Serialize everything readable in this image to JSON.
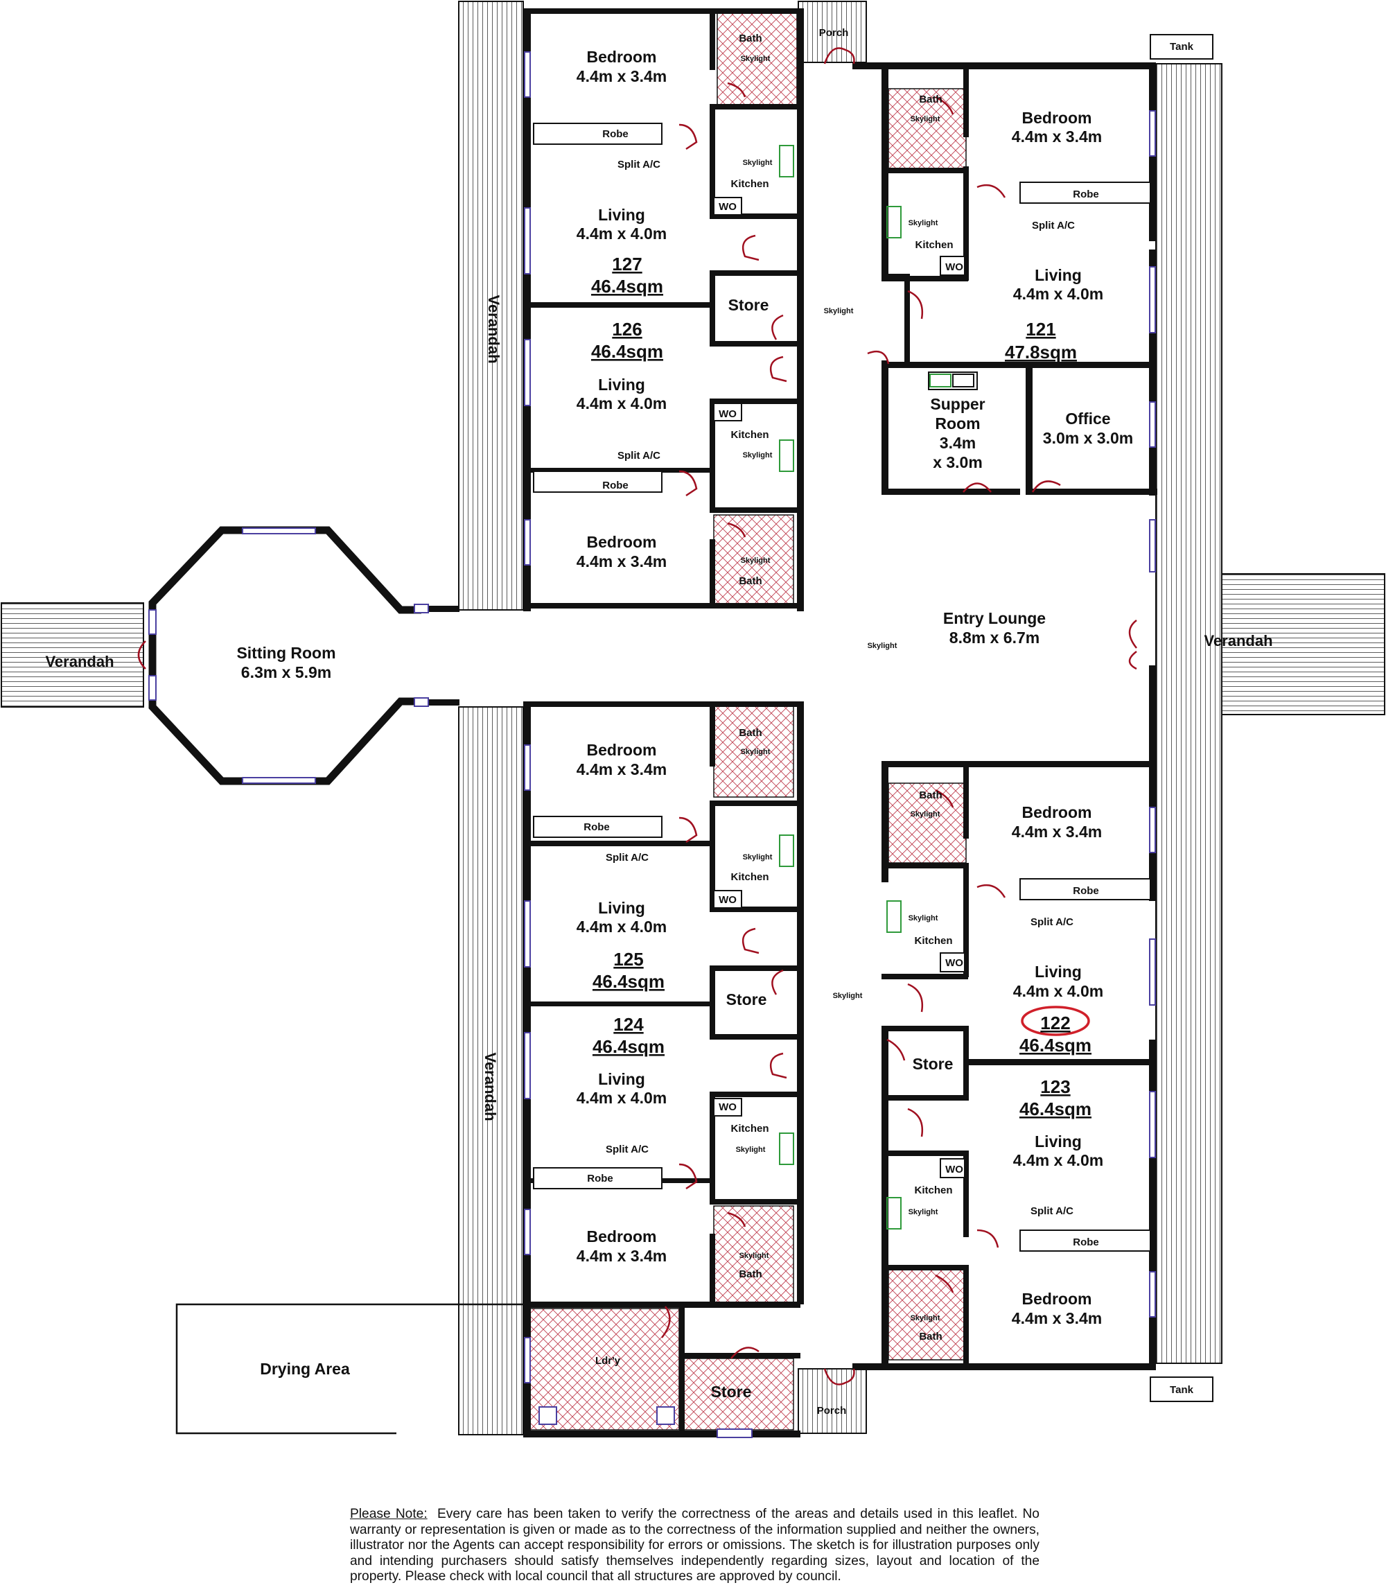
{
  "rooms": {
    "bedroom": "Bedroom",
    "bed_dim": "4.4m x 3.4m",
    "living": "Living",
    "living_dim": "4.4m x 4.0m",
    "bath": "Bath",
    "kitchen": "Kitchen",
    "robe": "Robe",
    "store": "Store",
    "wo": "WO",
    "skylight": "Skylight",
    "split_ac": "Split A/C",
    "porch": "Porch",
    "tank": "Tank",
    "verandah": "Verandah",
    "sitting_room": "Sitting Room",
    "sitting_room_dim": "6.3m x 5.9m",
    "entry_lounge": "Entry Lounge",
    "entry_lounge_dim": "8.8m x 6.7m",
    "supper_room_l1": "Supper",
    "supper_room_l2": "Room",
    "supper_room_l3": "3.4m",
    "supper_room_l4": "x 3.0m",
    "office": "Office",
    "office_dim": "3.0m x 3.0m",
    "laundry": "Ldr'y",
    "drying_area": "Drying Area"
  },
  "units": {
    "u127": {
      "number": "127",
      "area": "46.4sqm"
    },
    "u126": {
      "number": "126",
      "area": "46.4sqm"
    },
    "u125": {
      "number": "125",
      "area": "46.4sqm"
    },
    "u124": {
      "number": "124",
      "area": "46.4sqm"
    },
    "u121": {
      "number": "121",
      "area": "47.8sqm"
    },
    "u122": {
      "number": "122",
      "area": "46.4sqm",
      "highlighted": true,
      "highlight_color": "#d0202a"
    },
    "u123": {
      "number": "123",
      "area": "46.4sqm"
    }
  },
  "note": {
    "heading": "Please Note:",
    "body": "Every care has been taken to verify the correctness of the areas and details used in this leaflet. No warranty or representation is given or made as to the correctness of the information supplied and neither the owners, illustrator nor the Agents can accept responsibility for errors or omissions. The sketch is for illustration purposes only and intending purchasers should satisfy themselves independently regarding sizes, layout and location of the property. Please check with local council that all structures are approved by council."
  },
  "colors": {
    "wall": "#111111",
    "window": "#4a3fa0",
    "door": "#a01020",
    "tile": "#c04050",
    "kitchen_fixture": "#2e9a3a"
  }
}
